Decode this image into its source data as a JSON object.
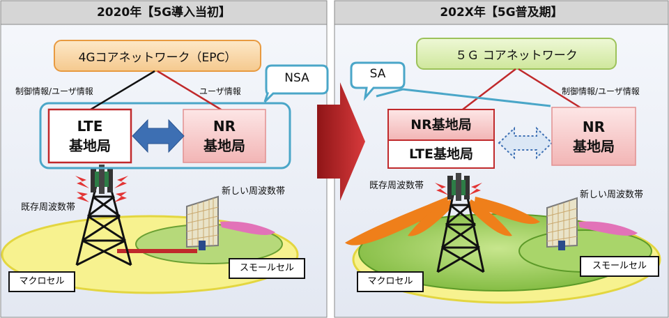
{
  "left_panel": {
    "header": "2020年【5G導入当初】",
    "core": "4Gコアネットワーク（EPC）",
    "mode": "NSA",
    "label_control_user": "制御情報/ユーザ情報",
    "label_user": "ユーザ情報",
    "lte_line1": "LTE",
    "lte_line2": "基地局",
    "nr_line1": "NR",
    "nr_line2": "基地局",
    "existing_band": "既存周波数帯",
    "new_band": "新しい周波数帯",
    "small_cell": "スモールセル",
    "macro_cell": "マクロセル"
  },
  "right_panel": {
    "header": "202X年【5G普及期】",
    "core": "５Ｇ コアネットワーク",
    "mode": "SA",
    "label_control_user": "制御情報/ユーザ情報",
    "nr_station": "NR基地局",
    "lte_station": "LTE基地局",
    "nr_line1": "NR",
    "nr_line2": "基地局",
    "existing_band": "既存周波数帯",
    "new_band": "新しい周波数帯",
    "small_cell": "スモールセル",
    "macro_cell": "マクロセル"
  },
  "colors": {
    "header_bg": "#d6d6d6",
    "panel_bg": "#eef1f8",
    "core_left": "#f9d8a8",
    "core_right": "#dcefb4",
    "station_pink": "#f6c9c9",
    "accent_red": "#c0292b",
    "callout_blue": "#4aa6c8",
    "arrow_blue": "#3d6fb3",
    "beam_orange": "#ef7f1a",
    "beam_pink": "#e273b8",
    "field_yellow": "#f6f08a",
    "field_green": "#9ccf5a"
  }
}
